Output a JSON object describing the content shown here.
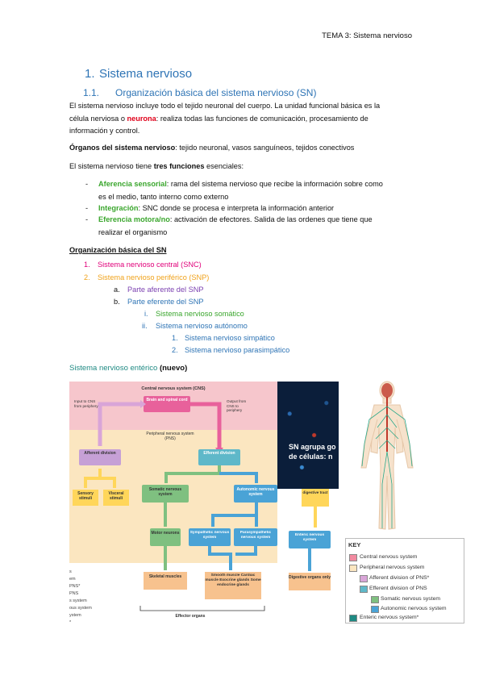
{
  "header": "TEMA 3: Sistema nervioso",
  "h1": {
    "num": "1.",
    "title": "Sistema nervioso"
  },
  "h2": {
    "num": "1.1.",
    "title": "Organización básica del sistema nervioso (SN)"
  },
  "intro": {
    "p1a": "El sistema nervioso incluye todo el tejido neuronal del cuerpo. La unidad funcional básica es la",
    "p1b": "célula nerviosa o ",
    "p1_red": "neurona",
    "p1c": ": realiza todas las funciones de comunicación, procesamiento de",
    "p1d": "información y control."
  },
  "organos": {
    "label": "Órganos del sistema nervioso",
    "text": ": tejido neuronal, vasos sanguíneos, tejidos conectivos"
  },
  "funciones": {
    "a": "El sistema nervioso tiene ",
    "b": "tres funciones",
    "c": " esenciales:"
  },
  "list": [
    {
      "dash": "-",
      "term": "Aferencia sensorial",
      "text1": ": rama del sistema nervioso que recibe la información sobre como",
      "text2": "es el medio, tanto interno como externo"
    },
    {
      "dash": "-",
      "term": "Integración",
      "text1": ": SNC donde se procesa e interpreta la información anterior",
      "text2": ""
    },
    {
      "dash": "-",
      "term": "Eferencia motora/no",
      "text1": ": activación de efectores. Salida de las ordenes que tiene que",
      "text2": "realizar el organismo"
    }
  ],
  "org_title": "Organización básica del SN",
  "outline": [
    {
      "marker": "1.",
      "text": "Sistema nervioso central (SNC)"
    },
    {
      "marker": "2.",
      "text": "Sistema nervioso periférico (SNP)"
    },
    {
      "marker": "a.",
      "text": "Parte aferente del SNP"
    },
    {
      "marker": "b.",
      "text": "Parte eferente del SNP"
    },
    {
      "marker": "i.",
      "text": "Sistema nervioso somático"
    },
    {
      "marker": "ii.",
      "text": "Sistema nervioso autónomo"
    },
    {
      "marker": "1.",
      "text": "Sistema nervioso simpático"
    },
    {
      "marker": "2.",
      "text": "Sistema nervioso parasimpático"
    }
  ],
  "enteric": {
    "text": "Sistema nervioso entérico ",
    "bold": "(nuevo)"
  },
  "diagram": {
    "cns_title": "Central nervous system (CNS)",
    "brain": "Brain and spinal cord",
    "input": "Input to CNS from periphery",
    "output": "Output from CNS to periphery",
    "pns_title": "Peripheral nervous system (PNS)",
    "afferent": "Afferent division",
    "efferent": "Efferent division",
    "sensory": "Sensory stimuli",
    "visceral": "Visceral stimuli",
    "somatic": "Somatic nervous system",
    "autonomic": "Autonomic nervous system",
    "stimuli_dt": "Stimuli in digestive tract",
    "motor": "Motor neurons",
    "sympathetic": "Sympathetic nervous system",
    "parasympathetic": "Parasympathetic nervous system",
    "enteric_ns": "Enteric nervous system",
    "skeletal": "Skeletal muscles",
    "smooth": "Smooth muscle Cardiac muscle Exocrine glands Some endocrine glands",
    "digestive": "Digestive organs only",
    "effector": "Effector organs"
  },
  "photo_text": [
    "SN agrupa go",
    "de células: n"
  ],
  "key": {
    "title": "KEY",
    "rows": [
      "Central nervous system",
      "Peripheral nervous system",
      "Afferent division of PNS*",
      "Efferent division of PNS",
      "Somatic nervous system",
      "Autonomic nervous system",
      "Enteric nervous system*"
    ]
  },
  "left_cut": [
    "s",
    "em",
    "PNS*",
    "PNS",
    "s system",
    "ous system",
    "ystem",
    "*"
  ],
  "colors": {
    "cns": "#f6c6cc",
    "pns": "#fbe6c0",
    "efferent": "#5fb8c9",
    "afferent": "#d9a5d8",
    "somatic": "#7fc080",
    "autonomic": "#4aa3d6",
    "orange": "#f4a43a",
    "effector": "#f7c28e",
    "pink_arrow": "#e8619b",
    "yellow": "#ffd65a"
  }
}
